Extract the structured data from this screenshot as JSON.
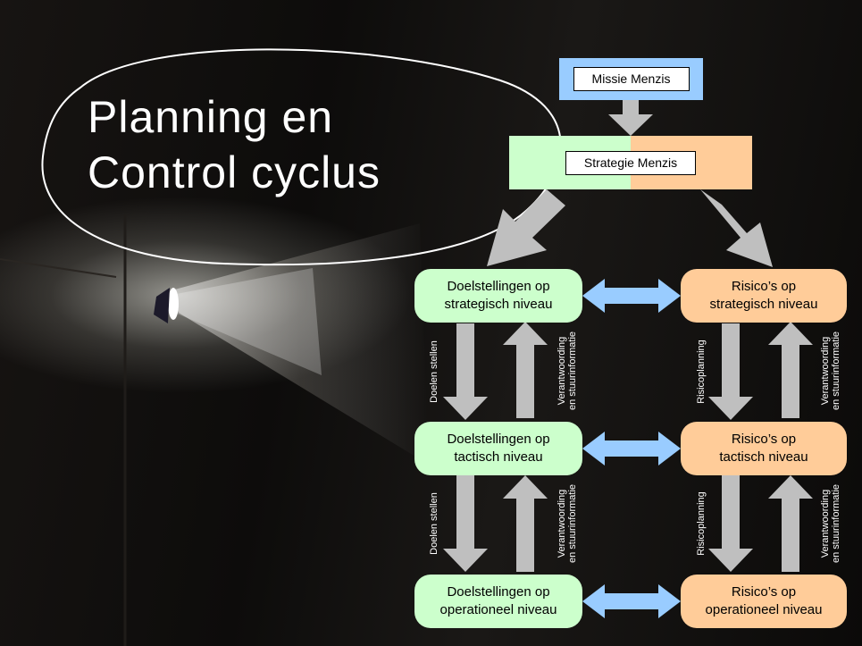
{
  "title": {
    "line1": "Planning en",
    "line2": "Control cyclus"
  },
  "mission": "Missie Menzis",
  "strategy": "Strategie Menzis",
  "goals": [
    {
      "line1": "Doelstellingen op",
      "line2": "strategisch niveau"
    },
    {
      "line1": "Doelstellingen op",
      "line2": "tactisch niveau"
    },
    {
      "line1": "Doelstellingen op",
      "line2": "operationeel niveau"
    }
  ],
  "risks": [
    {
      "line1": "Risico’s op",
      "line2": "strategisch niveau"
    },
    {
      "line1": "Risico’s op",
      "line2": "tactisch niveau"
    },
    {
      "line1": "Risico’s op",
      "line2": "operationeel niveau"
    }
  ],
  "labels": {
    "goals_down": "Doelen stellen",
    "up_line1": "Verantwoording",
    "up_line2": "en stuurinformatie",
    "risks_down": "Risicoplanning"
  },
  "colors": {
    "mission_border": "#99ccff",
    "goal_fill": "#ccffcc",
    "risk_fill": "#ffcc99",
    "arrow_gray": "#bfbfbf",
    "arrow_blue": "#99ccff"
  }
}
